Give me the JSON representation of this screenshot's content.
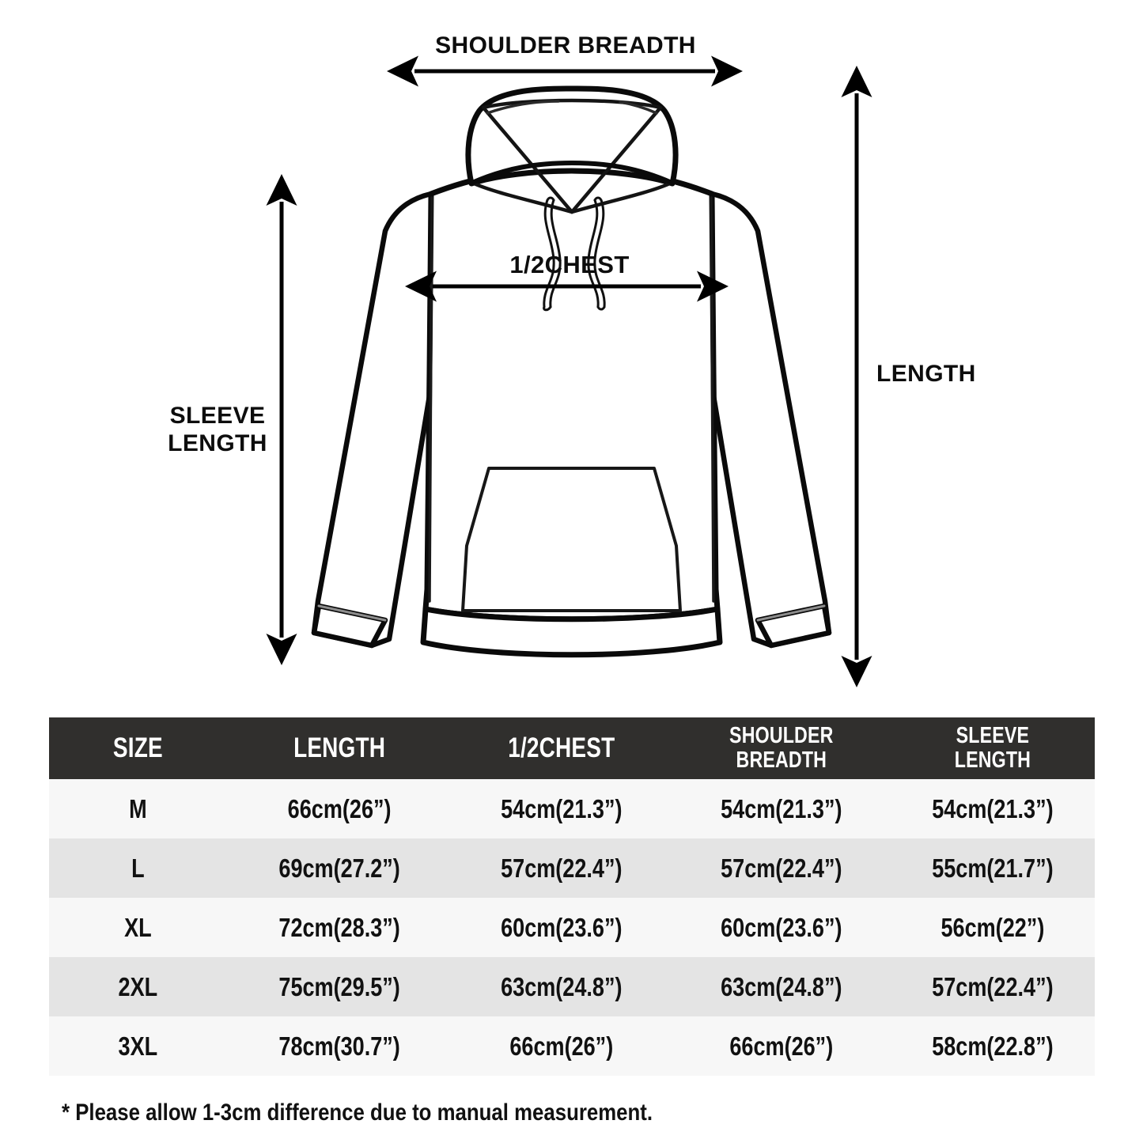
{
  "diagram": {
    "labels": {
      "shoulder_breadth": "SHOULDER BREADTH",
      "half_chest": "1/2CHEST",
      "length": "LENGTH",
      "sleeve_length": "SLEEVE\nLENGTH"
    },
    "garment": "hoodie-front-flat-sketch",
    "line_color": "#000000"
  },
  "table": {
    "header_bg": "#302f2d",
    "header_text_color": "#ffffff",
    "row_light_bg": "#f7f7f7",
    "row_dark_bg": "#e4e4e4",
    "columns": [
      {
        "key": "size",
        "label": "SIZE",
        "lines": [
          "SIZE"
        ]
      },
      {
        "key": "length",
        "label": "LENGTH",
        "lines": [
          "LENGTH"
        ]
      },
      {
        "key": "half_chest",
        "label": "1/2CHEST",
        "lines": [
          "1/2CHEST"
        ]
      },
      {
        "key": "shoulder_breadth",
        "label": "SHOULDER BREADTH",
        "lines": [
          "SHOULDER",
          "BREADTH"
        ]
      },
      {
        "key": "sleeve_length",
        "label": "SLEEVE LENGTH",
        "lines": [
          "SLEEVE",
          "LENGTH"
        ]
      }
    ],
    "rows": [
      {
        "size": "M",
        "length": "66cm(26”)",
        "half_chest": "54cm(21.3”)",
        "shoulder_breadth": "54cm(21.3”)",
        "sleeve_length": "54cm(21.3”)"
      },
      {
        "size": "L",
        "length": "69cm(27.2”)",
        "half_chest": "57cm(22.4”)",
        "shoulder_breadth": "57cm(22.4”)",
        "sleeve_length": "55cm(21.7”)"
      },
      {
        "size": "XL",
        "length": "72cm(28.3”)",
        "half_chest": "60cm(23.6”)",
        "shoulder_breadth": "60cm(23.6”)",
        "sleeve_length": "56cm(22”)"
      },
      {
        "size": "2XL",
        "length": "75cm(29.5”)",
        "half_chest": "63cm(24.8”)",
        "shoulder_breadth": "63cm(24.8”)",
        "sleeve_length": "57cm(22.4”)"
      },
      {
        "size": "3XL",
        "length": "78cm(30.7”)",
        "half_chest": "66cm(26”)",
        "shoulder_breadth": "66cm(26”)",
        "sleeve_length": "58cm(22.8”)"
      }
    ]
  },
  "note": "* Please allow 1-3cm difference due to manual measurement."
}
